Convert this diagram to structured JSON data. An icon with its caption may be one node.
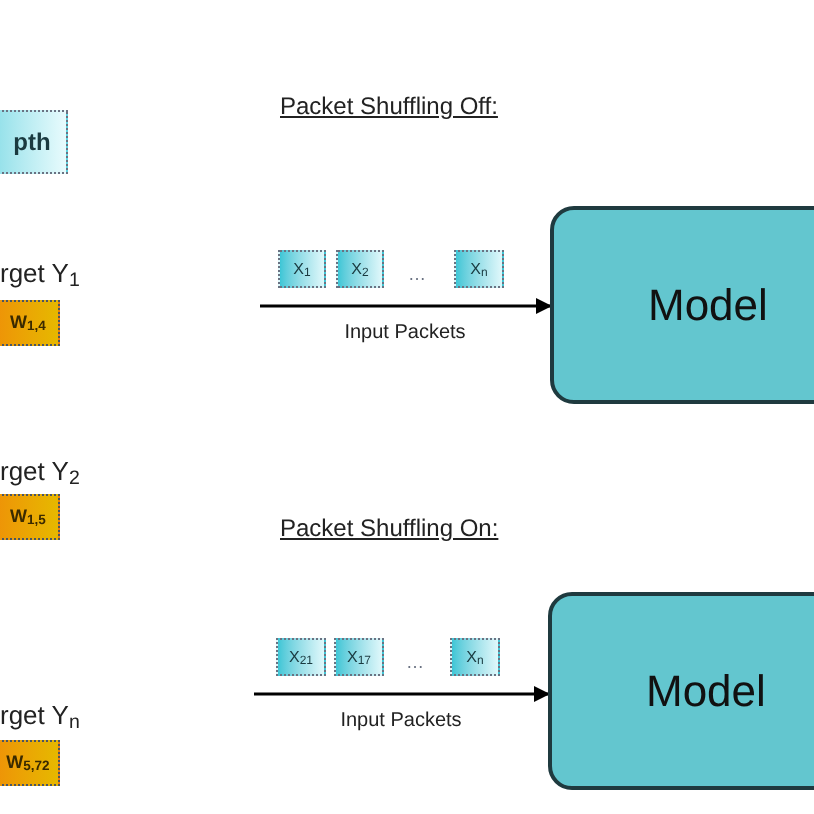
{
  "diagram": {
    "nodes": [
      {
        "text": [
          "pth"
        ]
      },
      {
        "text": [
          "W$_{1,4}$"
        ]
      },
      {
        "text": [
          "W$_{1,5}$"
        ]
      },
      {
        "text": [
          "W$_{5,72}$"
        ]
      },
      {
        "text": [
          "X$_{1}$"
        ]
      },
      {
        "text": [
          "X$_{2}$"
        ]
      },
      {
        "text": [
          "X$_{n}$"
        ]
      },
      {
        "text": [
          "Model"
        ]
      },
      {
        "text": [
          "X$_{21}$"
        ]
      },
      {
        "text": [
          "X$_{17}$"
        ]
      },
      {
        "text": [
          "X$_{n}$"
        ]
      },
      {
        "text": [
          "Model"
        ]
      }
    ],
    "edges": [
      {
        "from": null,
        "to": 7,
        "arrow": "to",
        "label": "Input Packets"
      },
      {
        "from": null,
        "to": 11,
        "arrow": "to",
        "label": "Input Packets"
      }
    ],
    "labels": [
      "Packet Shuffling Off:",
      "rget Y$_{1}$",
      "…",
      "rget Y$_{2}$",
      "Packet Shuffling On:",
      "rget Y$_{n}$",
      "…"
    ]
  }
}
